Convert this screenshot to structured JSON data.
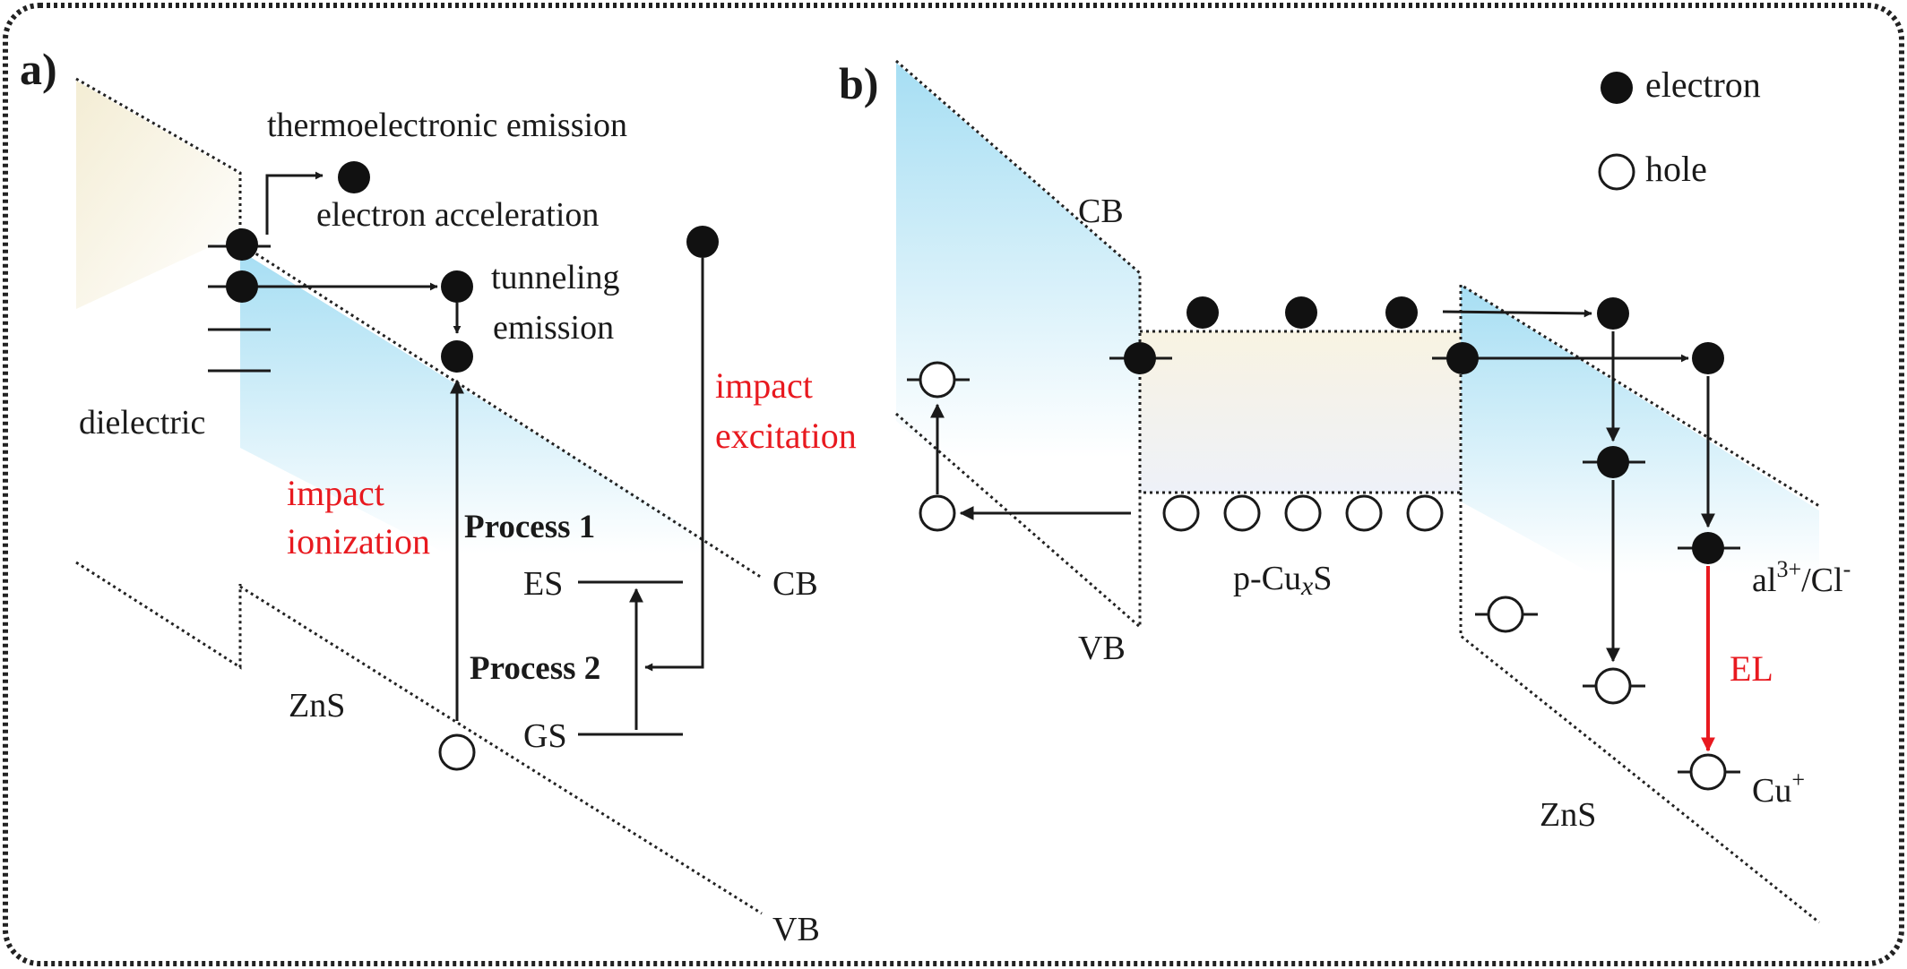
{
  "panel_a": {
    "panel_label": "a)",
    "thermo": "thermoelectronic emission",
    "accel": "electron acceleration",
    "tunneling": "tunneling",
    "emission": "emission",
    "dielectric": "dielectric",
    "impact_exc_1": "impact",
    "impact_exc_2": "excitation",
    "impact_ion_1": "impact",
    "impact_ion_2": "ionization",
    "process1": "Process 1",
    "process2": "Process 2",
    "es": "ES",
    "gs": "GS",
    "cb": "CB",
    "vb": "VB",
    "zns": "ZnS"
  },
  "panel_b": {
    "panel_label": "b)",
    "legend_electron": "electron",
    "legend_hole": "hole",
    "cb": "CB",
    "vb": "VB",
    "pcus_pre": "p-Cu",
    "pcus_sub": "x",
    "pcus_post": "S",
    "al_pre": "al",
    "al_sup": "3+",
    "al_mid": "/Cl",
    "al_sup2": "-",
    "el": "EL",
    "cu_pre": "Cu",
    "cu_sup": "+",
    "zns": "ZnS"
  },
  "colors": {
    "text": "#1a1a1a",
    "accent_red": "#e8191f",
    "band_blue": "#9fdcf2",
    "band_cream": "#f6f0d8"
  }
}
